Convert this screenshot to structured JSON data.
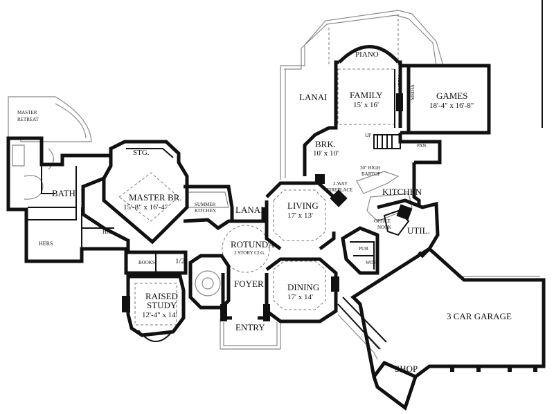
{
  "rooms": {
    "master_retreat": "MASTER\nRETREAT",
    "bath": "BATH",
    "hers": "HERS",
    "his": "HIS",
    "stg": "STG.",
    "master_br_name": "MASTER BR.",
    "master_br_dims": "15'-8\" x 16'-4\"",
    "summer_kitchen": "SUMMER\nKITCHEN",
    "lanai_small": "LANAI",
    "books": "BOOKS",
    "half_bath": "1/2",
    "raised_study_name": "RAISED\nSTUDY",
    "raised_study_dims": "12'-4\" x 14'",
    "rotunda_name": "ROTUNDA",
    "rotunda_note": "2 STORY CLG.",
    "foyer": "FOYER",
    "entry": "ENTRY",
    "living_name": "LIVING",
    "living_dims": "17' x 13'",
    "dining_name": "DINING",
    "dining_dims": "17' x 14'",
    "lanai_large": "LANAI",
    "piano": "PIANO",
    "family_name": "FAMILY",
    "family_dims": "15' x 16'",
    "media_1": "MEDIA",
    "media_2": "MEDIA",
    "games_name": "GAMES",
    "games_dims": "18'-4\" x 16'-8\"",
    "brk_name": "BRK.",
    "brk_dims": "10' x 10'",
    "up": "UP",
    "pan": "PAN.",
    "bartop": "30\" HIGH\nBARTOP",
    "fireplace": "2-WAY\nFIREPLACE",
    "kitchen": "KITCHEN",
    "office_nook": "OFFICE\nNOOK",
    "util": "UTIL.",
    "pub": "PUB",
    "wine": "WINE",
    "garage": "3 CAR GARAGE",
    "shop": "SHOP"
  }
}
